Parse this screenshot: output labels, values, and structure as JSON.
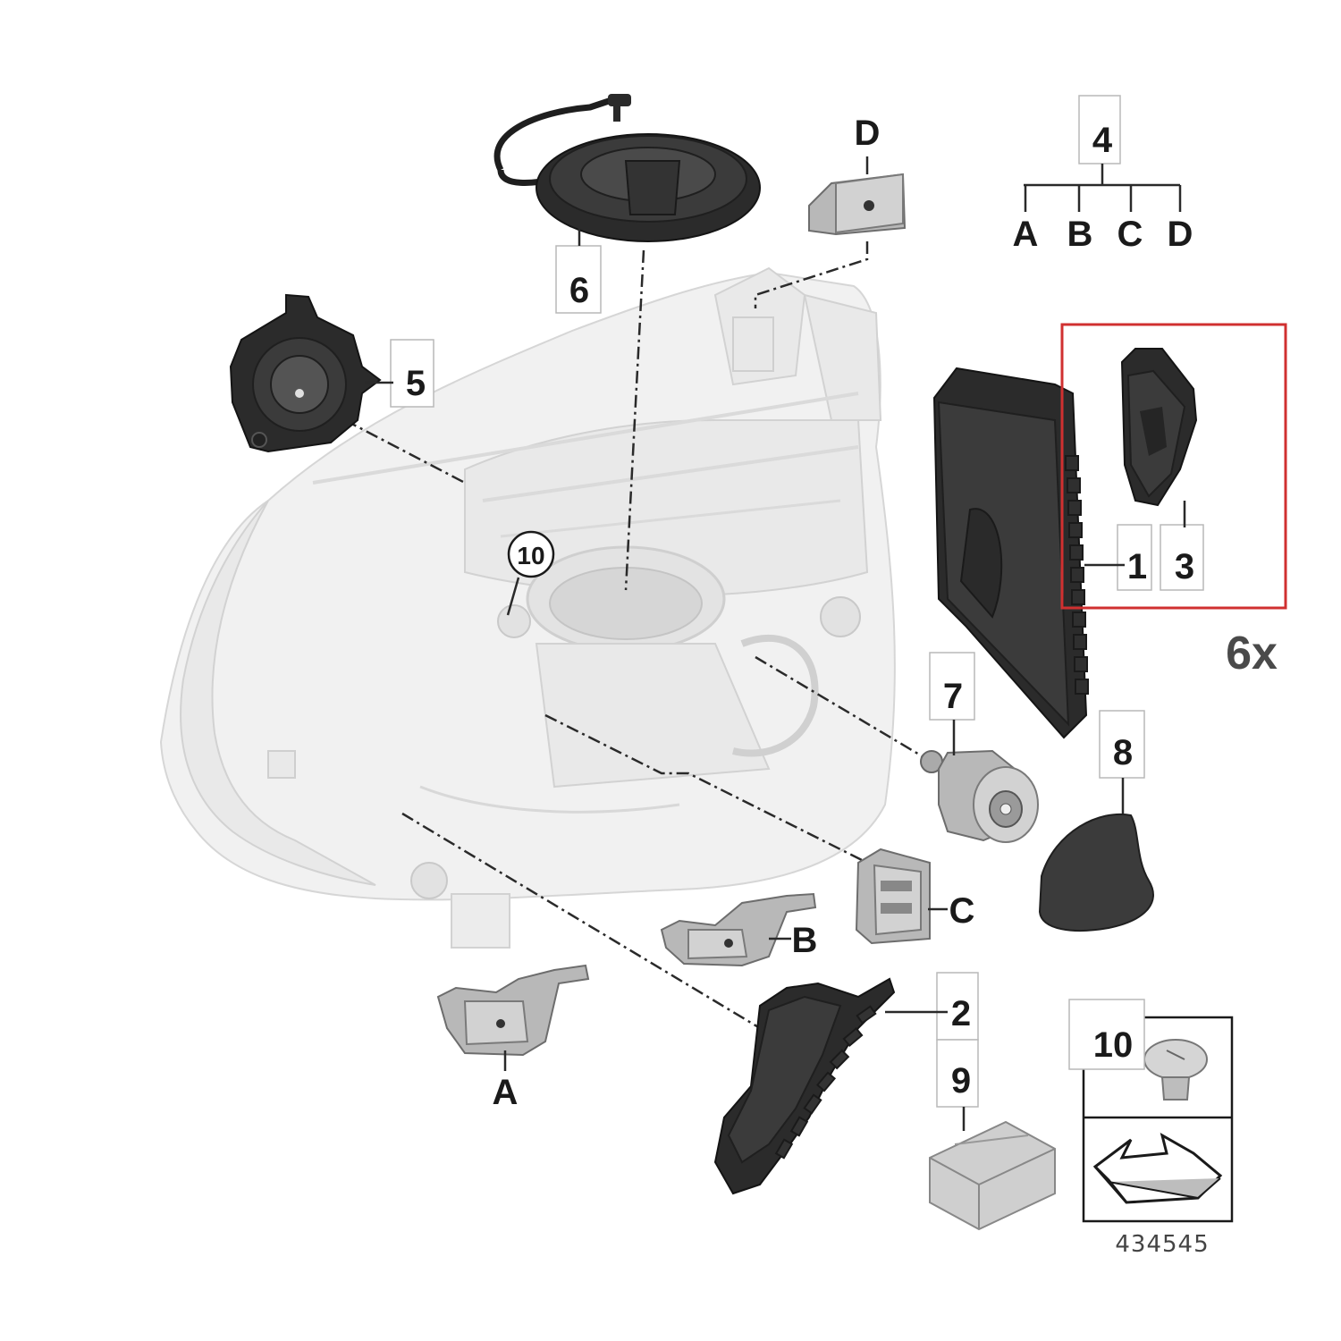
{
  "labels": {
    "part_1": "1",
    "part_2": "2",
    "part_3": "3",
    "part_4": "4",
    "part_5": "5",
    "part_6": "6",
    "part_7": "7",
    "part_8": "8",
    "part_9": "9",
    "part_10": "10",
    "part_10_inset": "10",
    "bracket_a": "A",
    "bracket_b": "B",
    "bracket_c": "C",
    "bracket_d": "D",
    "tree_a": "A",
    "tree_b": "B",
    "tree_c": "C",
    "tree_d": "D"
  },
  "quantity": "6x",
  "reference_number": "434545",
  "colors": {
    "highlight_frame": "#d03030",
    "part_dark": "#3b3b3b",
    "housing_ghost": "#f1f1f1",
    "bracket_metal": "#b8b8b8"
  },
  "icons": {
    "inset_arrow": "arrow-icon"
  }
}
